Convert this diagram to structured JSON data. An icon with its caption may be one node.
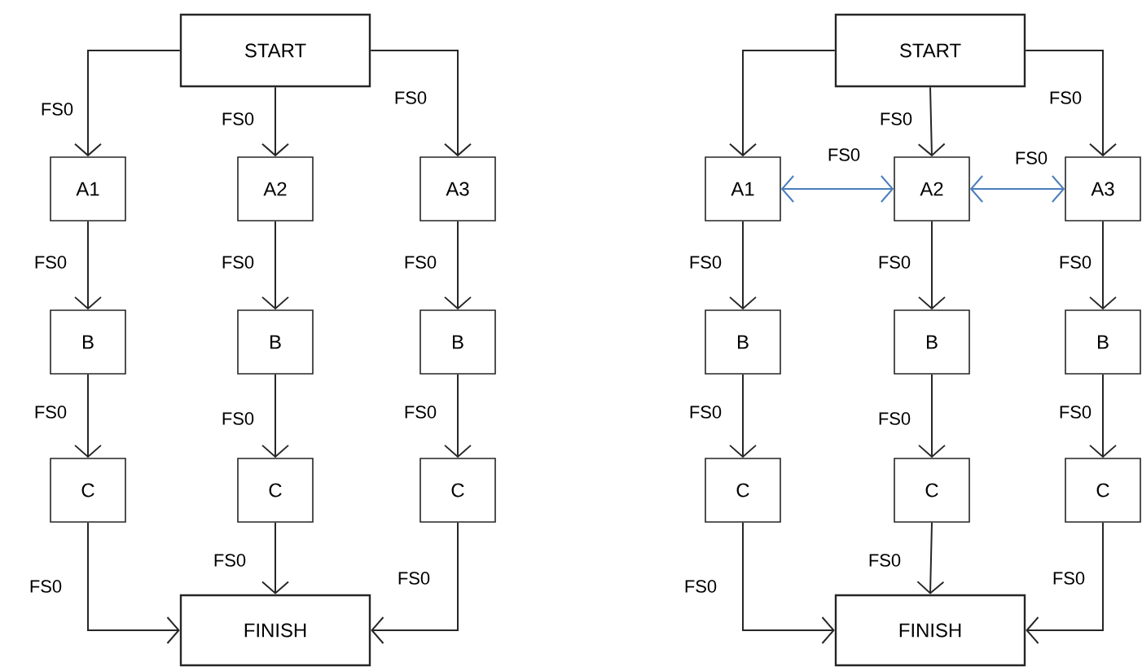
{
  "diagram": {
    "nodes": [
      {
        "text": [
          "START"
        ]
      },
      {
        "text": [
          "A1"
        ]
      },
      {
        "text": [
          "A2"
        ]
      },
      {
        "text": [
          "A3"
        ]
      },
      {
        "text": [
          "B"
        ]
      },
      {
        "text": [
          "B"
        ]
      },
      {
        "text": [
          "B"
        ]
      },
      {
        "text": [
          "C"
        ]
      },
      {
        "text": [
          "C"
        ]
      },
      {
        "text": [
          "C"
        ]
      },
      {
        "text": [
          "FINISH"
        ]
      },
      {
        "text": [
          "START"
        ]
      },
      {
        "text": [
          "A1"
        ]
      },
      {
        "text": [
          "A2"
        ]
      },
      {
        "text": [
          "A3"
        ]
      },
      {
        "text": [
          "B"
        ]
      },
      {
        "text": [
          "B"
        ]
      },
      {
        "text": [
          "B"
        ]
      },
      {
        "text": [
          "C"
        ]
      },
      {
        "text": [
          "C"
        ]
      },
      {
        "text": [
          "C"
        ]
      },
      {
        "text": [
          "FINISH"
        ]
      }
    ],
    "edges": [
      {
        "from": 0,
        "to": 1,
        "arrow": "to",
        "label": "FS0"
      },
      {
        "from": 0,
        "to": 2,
        "arrow": "to",
        "label": "FS0"
      },
      {
        "from": 0,
        "to": 3,
        "arrow": "to",
        "label": "FS0"
      },
      {
        "from": 1,
        "to": 4,
        "arrow": "to",
        "label": "FS0"
      },
      {
        "from": 2,
        "to": 5,
        "arrow": "to",
        "label": "FS0"
      },
      {
        "from": 3,
        "to": 6,
        "arrow": "to",
        "label": "FS0"
      },
      {
        "from": 4,
        "to": 7,
        "arrow": "to",
        "label": "FS0"
      },
      {
        "from": 5,
        "to": 8,
        "arrow": "to",
        "label": "FS0"
      },
      {
        "from": 6,
        "to": 9,
        "arrow": "to",
        "label": "FS0"
      },
      {
        "from": 7,
        "to": 10,
        "arrow": "to",
        "label": "FS0"
      },
      {
        "from": 8,
        "to": 10,
        "arrow": "to",
        "label": "FS0"
      },
      {
        "from": 9,
        "to": 10,
        "arrow": "to",
        "label": "FS0"
      },
      {
        "from": 11,
        "to": 12,
        "arrow": "to"
      },
      {
        "from": 11,
        "to": 13,
        "arrow": "to",
        "label": "FS0"
      },
      {
        "from": 11,
        "to": 14,
        "arrow": "to",
        "label": "FS0"
      },
      {
        "from": 12,
        "to": 13,
        "arrow": "both",
        "label": "FS0",
        "color": "#4a7ebb"
      },
      {
        "from": 13,
        "to": 14,
        "arrow": "both",
        "label": "FS0",
        "color": "#4a7ebb"
      },
      {
        "from": 12,
        "to": 15,
        "arrow": "to",
        "label": "FS0"
      },
      {
        "from": 13,
        "to": 16,
        "arrow": "to",
        "label": "FS0"
      },
      {
        "from": 14,
        "to": 17,
        "arrow": "to",
        "label": "FS0"
      },
      {
        "from": 15,
        "to": 18,
        "arrow": "to",
        "label": "FS0"
      },
      {
        "from": 16,
        "to": 19,
        "arrow": "to",
        "label": "FS0"
      },
      {
        "from": 17,
        "to": 20,
        "arrow": "to",
        "label": "FS0"
      },
      {
        "from": 18,
        "to": 21,
        "arrow": "to",
        "label": "FS0"
      },
      {
        "from": 19,
        "to": 21,
        "arrow": "to",
        "label": "FS0"
      },
      {
        "from": 20,
        "to": 21,
        "arrow": "to",
        "label": "FS0"
      }
    ]
  }
}
